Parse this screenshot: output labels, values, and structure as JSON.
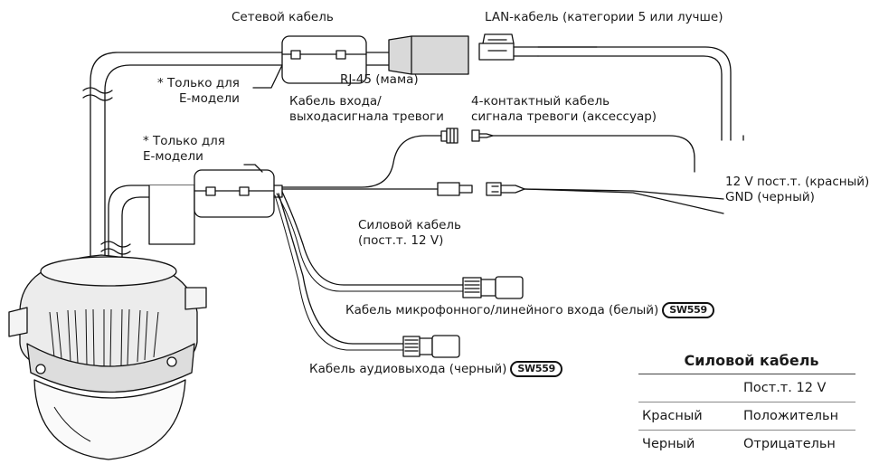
{
  "labels": {
    "network_cable": "Сетевой кабель",
    "lan_cable": "LAN-кабель (категории 5 или лучше)",
    "rj45": "RJ-45 (мама)",
    "e_model_1_line1": "* Только для",
    "e_model_1_line2": "E-модели",
    "alarm_io_line1": "Кабель входа/",
    "alarm_io_line2": "выходасигнала тревоги",
    "alarm4_line1": "4-контактный кабель",
    "alarm4_line2": "сигнала тревоги (аксессуар)",
    "e_model_2_line1": "* Только для",
    "e_model_2_line2": "E-модели",
    "dc12_red": "12 V пост.т. (красный)",
    "gnd_black": "GND (черный)",
    "power_line1": "Силовой кабель",
    "power_line2": "(пост.т. 12 V)",
    "mic_line_in": "Кабель микрофонного/линейного входа (белый)",
    "audio_out": "Кабель аудиовыхода (черный)",
    "badge": "SW559"
  },
  "spec_table": {
    "title": "Силовой кабель",
    "header": [
      "",
      "Пост.т. 12 V"
    ],
    "rows": [
      [
        "Красный",
        "Положительн"
      ],
      [
        "Черный",
        "Отрицательн"
      ]
    ]
  },
  "colors": {
    "line": "#111111",
    "device_fill": "#e8e8e8",
    "ferrite_fill": "#ffffff"
  }
}
